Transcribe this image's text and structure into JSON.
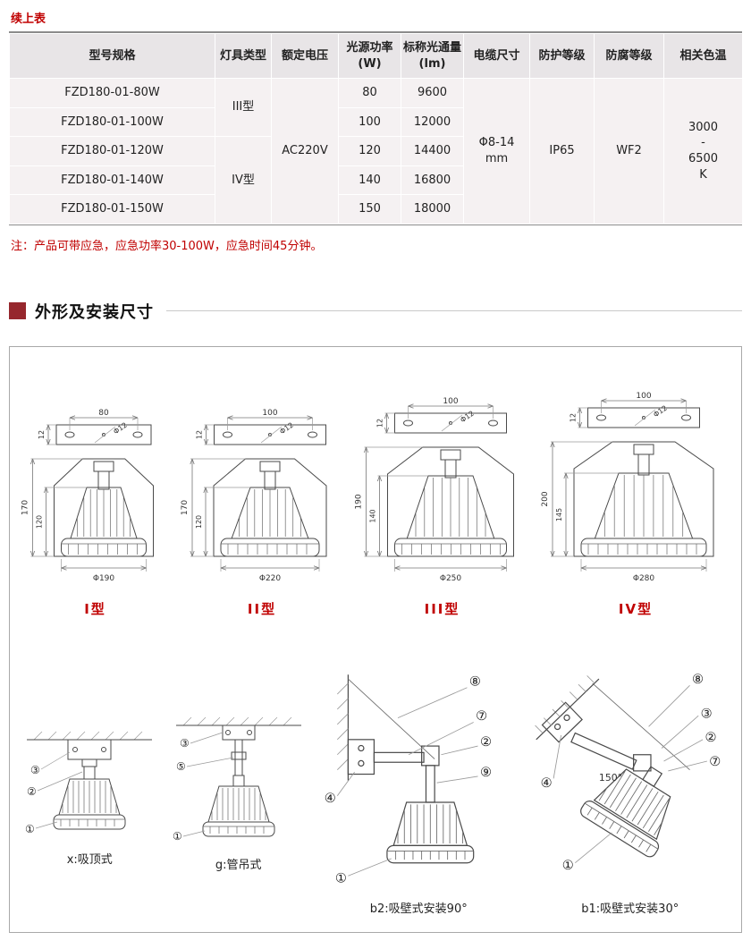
{
  "page": {
    "continued_label": "续上表",
    "note": "注：产品可带应急，应急功率30-100W，应急时间45分钟。",
    "section_title": "外形及安装尺寸"
  },
  "table": {
    "headers": [
      "型号规格",
      "灯具类型",
      "额定电压",
      "光源功率(W)",
      "标称光通量(lm)",
      "电缆尺寸",
      "防护等级",
      "防腐等级",
      "相关色温"
    ],
    "models": [
      "FZD180-01-80W",
      "FZD180-01-100W",
      "FZD180-01-120W",
      "FZD180-01-140W",
      "FZD180-01-150W"
    ],
    "lamp_types": [
      {
        "label": "III型",
        "span": 2
      },
      {
        "label": "IV型",
        "span": 3
      }
    ],
    "voltage": "AC220V",
    "power": [
      "80",
      "100",
      "120",
      "140",
      "150"
    ],
    "flux": [
      "9600",
      "12000",
      "14400",
      "16800",
      "18000"
    ],
    "cable": "Φ8-14\nmm",
    "protection": "IP65",
    "anticorrosion": "WF2",
    "cct": "3000\n-\n6500\nK"
  },
  "figures": {
    "lamps": [
      {
        "label": "I型",
        "top_width": "80",
        "top_thickness": "12",
        "hole": "Φ12",
        "outer_height": "170",
        "inner_height": "120",
        "diameter": "Φ190"
      },
      {
        "label": "II型",
        "top_width": "100",
        "top_thickness": "12",
        "hole": "Φ12",
        "outer_height": "170",
        "inner_height": "120",
        "diameter": "Φ220"
      },
      {
        "label": "III型",
        "top_width": "100",
        "top_thickness": "12",
        "hole": "Φ12",
        "outer_height": "190",
        "inner_height": "140",
        "diameter": "Φ250"
      },
      {
        "label": "IV型",
        "top_width": "100",
        "top_thickness": "12",
        "hole": "Φ12",
        "outer_height": "200",
        "inner_height": "145",
        "diameter": "Φ280"
      }
    ],
    "mounts": [
      {
        "label": "x:吸顶式",
        "callouts": [
          "③",
          "②",
          "①"
        ]
      },
      {
        "label": "g:管吊式",
        "callouts": [
          "③",
          "⑤",
          "①"
        ]
      },
      {
        "label": "b2:吸壁式安装90°",
        "callouts": [
          "⑧",
          "⑦",
          "②",
          "⑨",
          "④",
          "①"
        ]
      },
      {
        "label": "b1:吸壁式安装30°",
        "callouts": [
          "⑧",
          "③",
          "②",
          "⑦",
          "④",
          "①"
        ],
        "angle": "150°"
      }
    ]
  },
  "colors": {
    "accent_red": "#c00000",
    "section_square": "#96272d",
    "table_header_bg": "#e8e5e7",
    "table_row_bg": "#f5f1f2"
  }
}
